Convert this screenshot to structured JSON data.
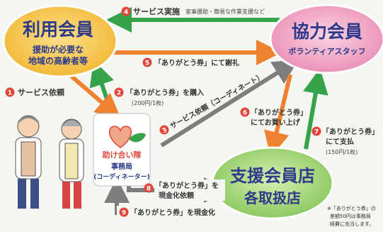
{
  "nodes": {
    "user": {
      "title": "利用会員",
      "desc_1": "援助が必要な",
      "desc_2": "地域の高齢者等"
    },
    "coop": {
      "title": "協力会員",
      "desc": "ボランティアスタッフ"
    },
    "store": {
      "title_1": "支援会員店",
      "title_2": "各取扱店"
    },
    "center": {
      "logo_text": "助け合い隊",
      "sub_1": "事務局",
      "sub_2": "(コーディネーター)"
    }
  },
  "flows": {
    "f1": "サービス依頼",
    "f2_1": "「ありがとう券」を購入",
    "f2_2": "(200円/1枚)",
    "f3": "サービス依頼（コーディネート）",
    "f4": "サービス実施",
    "f4_detail": "家事援助・簡易な作業支援など",
    "f5": "「ありがとう券」にて謝礼",
    "f6_1": "「ありがとう券」",
    "f6_2": "にてお買い上げ",
    "f7_1": "「ありがとう券」",
    "f7_2": "にて支払",
    "f7_3": "(150円/1枚)",
    "f8_1": "「ありがとう券」を",
    "f8_2": "現金化依頼",
    "f9": "「ありがとう券」を現金化"
  },
  "numbers": [
    "1",
    "2",
    "3",
    "4",
    "5",
    "6",
    "7",
    "8",
    "9"
  ],
  "note": {
    "l1": "※「ありがとう券」の",
    "l2": "差額50円は事務局",
    "l3": "経費に充当します。"
  },
  "colors": {
    "orange": "#ef8230",
    "green": "#36a24a",
    "red": "#e0463a",
    "gray": "#7d7d7d",
    "user_fill": "#f7c23c",
    "coop_fill": "#f0a0c2",
    "store_fill": "#9ed36b"
  }
}
